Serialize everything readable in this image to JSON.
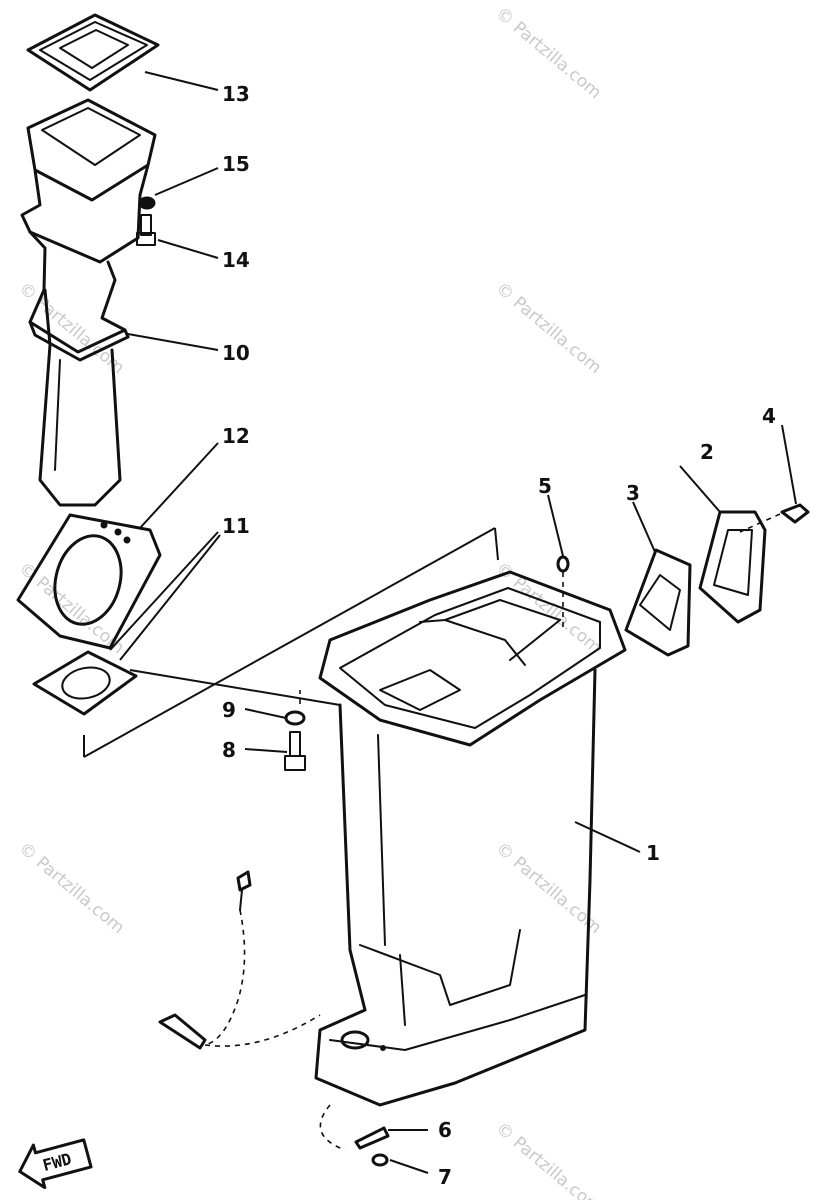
{
  "watermark": "© Partzilla.com",
  "callouts": [
    "1",
    "2",
    "3",
    "4",
    "5",
    "6",
    "7",
    "8",
    "9",
    "10",
    "11",
    "12",
    "13",
    "14",
    "15"
  ],
  "direction_label": "FWD"
}
